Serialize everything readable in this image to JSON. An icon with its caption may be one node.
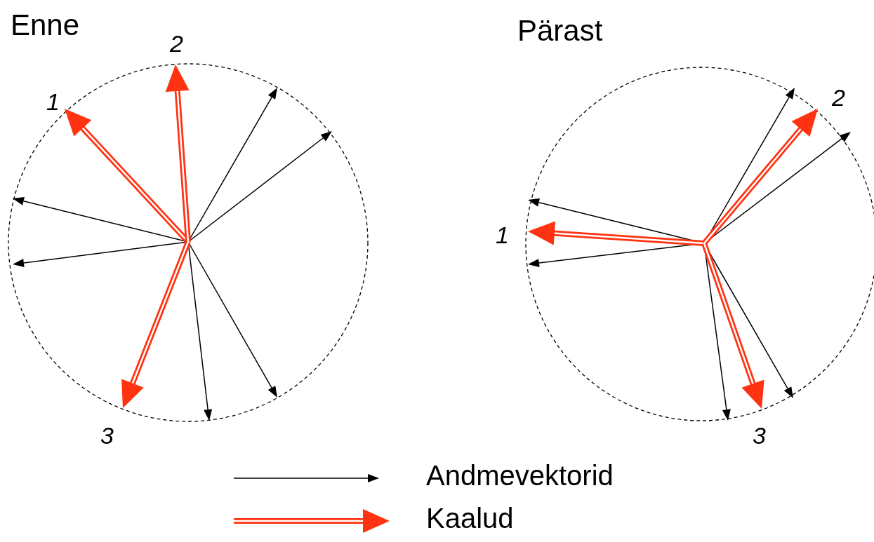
{
  "diagram": {
    "nodes": [
      {
        "text": [
          "Enne"
        ]
      },
      {
        "text": [
          "Pärast"
        ]
      }
    ],
    "labels": [
      "2",
      "1",
      "3",
      "2",
      "1",
      "3"
    ],
    "legend": [
      {
        "text": "Andmevektorid"
      },
      {
        "text": "Kaalud"
      }
    ]
  }
}
